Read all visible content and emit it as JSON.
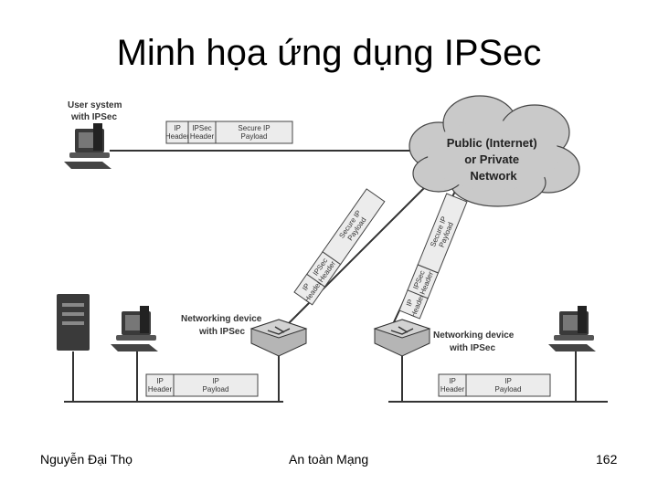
{
  "slide": {
    "title": "Minh họa ứng dụng IPSec",
    "footer_left": "Nguyễn Đại Thọ",
    "footer_center": "An toàn Mạng",
    "page_number": "162"
  },
  "diagram": {
    "user_system_label": [
      "User system",
      "with IPSec"
    ],
    "cloud_label": [
      "Public (Internet)",
      "or Private",
      "Network"
    ],
    "networking_device_label": [
      "Networking device",
      "with IPSec"
    ],
    "secure_packet": {
      "fields": [
        {
          "lines": [
            "IP",
            "Header"
          ]
        },
        {
          "lines": [
            "IPSec",
            "Header"
          ]
        },
        {
          "lines": [
            "Secure IP",
            "Payload"
          ]
        }
      ]
    },
    "plain_packet": {
      "fields": [
        {
          "lines": [
            "IP",
            "Header"
          ]
        },
        {
          "lines": [
            "IP",
            "Payload"
          ]
        }
      ]
    },
    "colors": {
      "line": "#333333",
      "cloud_fill": "#c9c9c9",
      "packet_fill": "#ececec",
      "device_fill": "#b5b5b5",
      "computer_fill": "#3a3a3a"
    }
  }
}
